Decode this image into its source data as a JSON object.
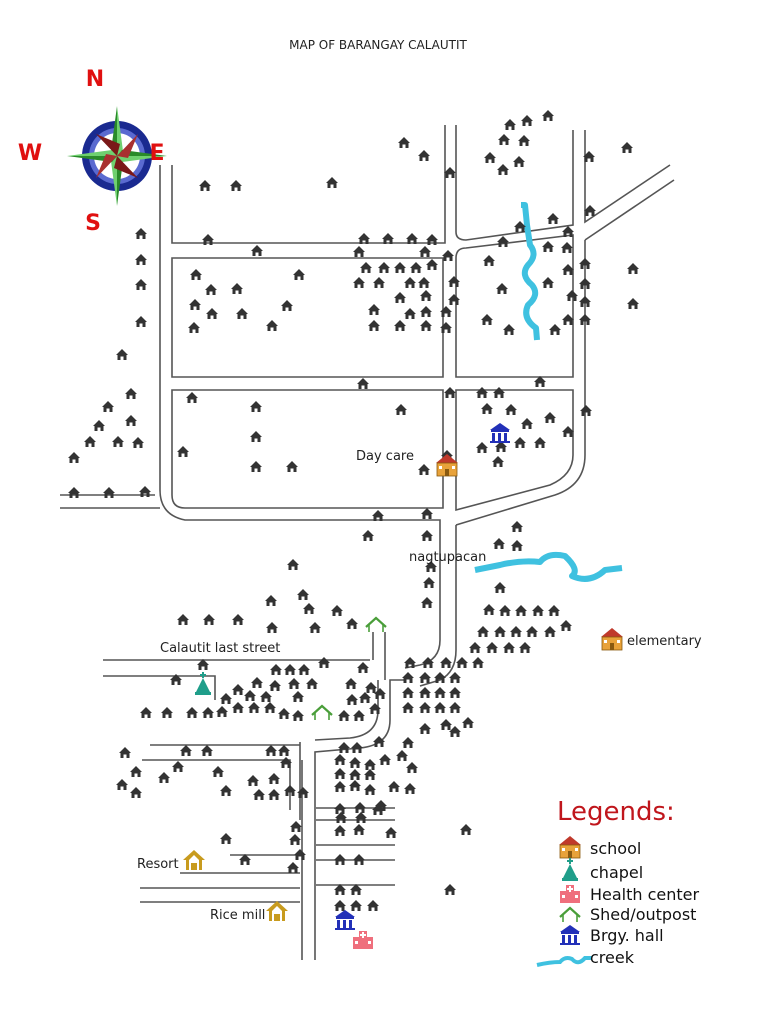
{
  "title": "MAP OF BARANGAY CALAUTIT",
  "compass": {
    "n": "N",
    "s": "S",
    "e": "E",
    "w": "W"
  },
  "labels": {
    "daycare": "Day care",
    "nagtupacan": "nagtupacan",
    "last_street": "Calautit last street",
    "elementary": "elementary",
    "resort": "Resort",
    "rice_mill": "Rice mill"
  },
  "legend": {
    "title": "Legends:",
    "items": [
      {
        "icon": "school-icon",
        "label": "school"
      },
      {
        "icon": "chapel-icon",
        "label": "chapel"
      },
      {
        "icon": "health-center-icon",
        "label": "Health center"
      },
      {
        "icon": "shed-icon",
        "label": "Shed/outpost"
      },
      {
        "icon": "hall-icon",
        "label": "Brgy. hall"
      },
      {
        "icon": "creek-icon",
        "label": "creek"
      }
    ]
  },
  "colors": {
    "house": "#333333",
    "school": "#e8a23a",
    "chapel": "#1f9e8a",
    "health": "#ef6f7d",
    "shed": "#4a9e3a",
    "hall": "#2230b8",
    "creek": "#3fc1e0",
    "warehouse": "#c89b1e",
    "legend_title": "#c0161c",
    "compass_letters": "#e01010"
  }
}
